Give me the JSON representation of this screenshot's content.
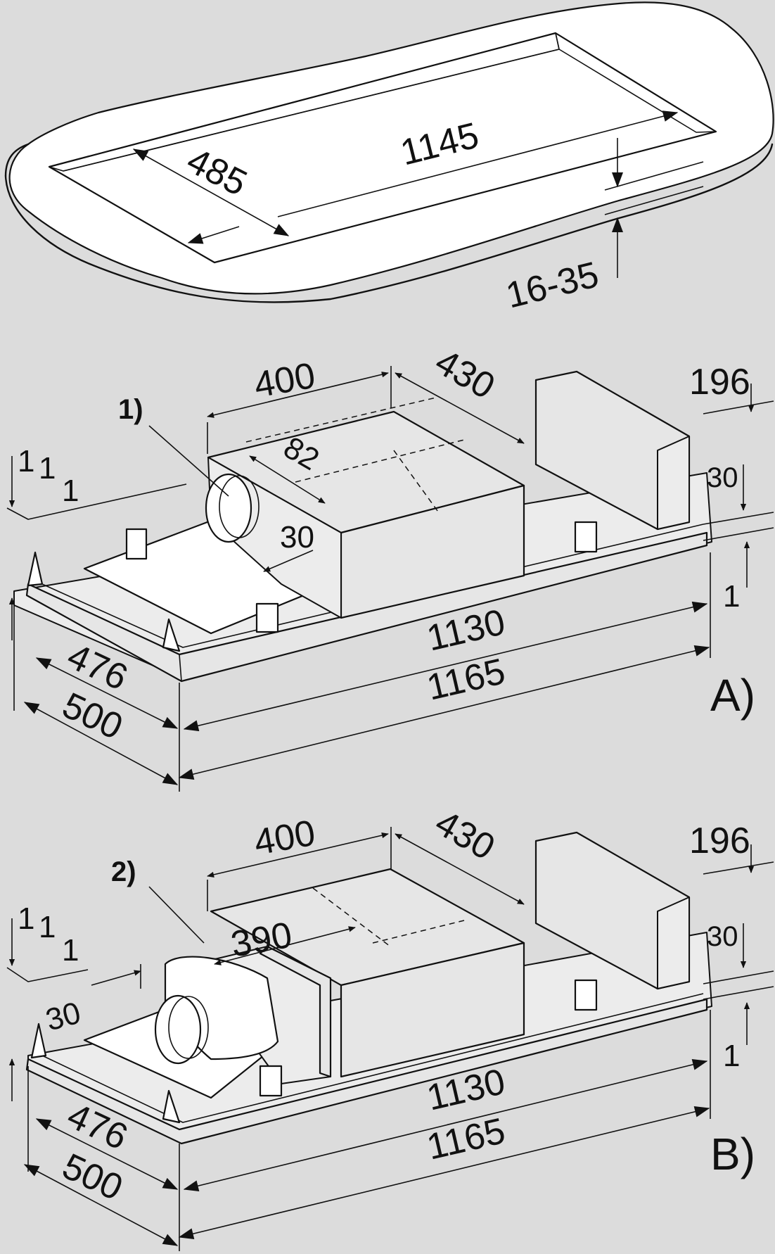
{
  "figure": {
    "cutout": {
      "length": "1145",
      "width": "485",
      "thickness": "16-35"
    },
    "variants": [
      {
        "id": "A",
        "label": "A)",
        "ref": "1)",
        "dims": {
          "box_length": "400",
          "box_depth": "430",
          "height": "196",
          "pipe_len": "82",
          "pipe_offset": "30",
          "right_offset": "30",
          "left_tick": "1",
          "right_tick": "1",
          "inner_length": "1130",
          "outer_length": "1165",
          "inner_width": "476",
          "outer_width": "500"
        }
      },
      {
        "id": "B",
        "label": "B)",
        "ref": "2)",
        "dims": {
          "box_length": "400",
          "box_depth": "430",
          "height": "196",
          "module_length": "390",
          "pipe_offset": "30",
          "right_offset": "30",
          "left_tick": "1",
          "right_tick": "1",
          "inner_length": "1130",
          "outer_length": "1165",
          "inner_width": "476",
          "outer_width": "500"
        }
      }
    ]
  },
  "colors": {
    "background": "#dcdcdc",
    "line": "#111111",
    "surface": "#ffffff"
  }
}
